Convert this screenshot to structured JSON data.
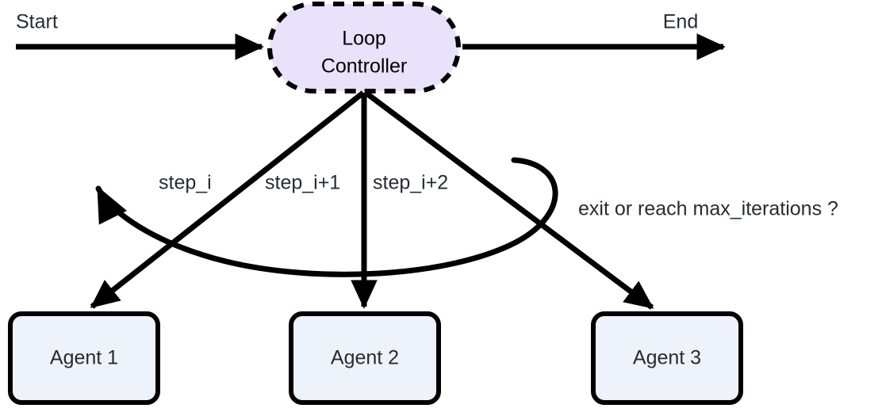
{
  "diagram": {
    "title": "Loop Controller agent loop flow",
    "colors": {
      "background": "#ffffff",
      "stroke": "#000000",
      "text": "#272b35",
      "loop_node_fill": "#eae1fb",
      "loop_node_stroke": "#000000",
      "agent_fill": "#eef2fb",
      "agent_stroke": "#000000"
    },
    "terminals": [
      {
        "id": "start",
        "label": "Start"
      },
      {
        "id": "end",
        "label": "End"
      }
    ],
    "loop_node": {
      "id": "loop-controller",
      "label_line_1": "Loop",
      "label_line_2": "Controller",
      "shape": "stadium",
      "border_style": "dashed"
    },
    "agents": [
      {
        "id": "agent-1",
        "label": "Agent 1"
      },
      {
        "id": "agent-2",
        "label": "Agent 2"
      },
      {
        "id": "agent-3",
        "label": "Agent 3"
      }
    ],
    "edge_labels": [
      {
        "id": "step-i",
        "label": "step_i"
      },
      {
        "id": "step-i-plus-1",
        "label": "step_i+1"
      },
      {
        "id": "step-i-plus-2",
        "label": "step_i+2"
      }
    ],
    "feedback_label": {
      "id": "feedback-condition",
      "label": "exit or reach max_iterations ?"
    }
  }
}
